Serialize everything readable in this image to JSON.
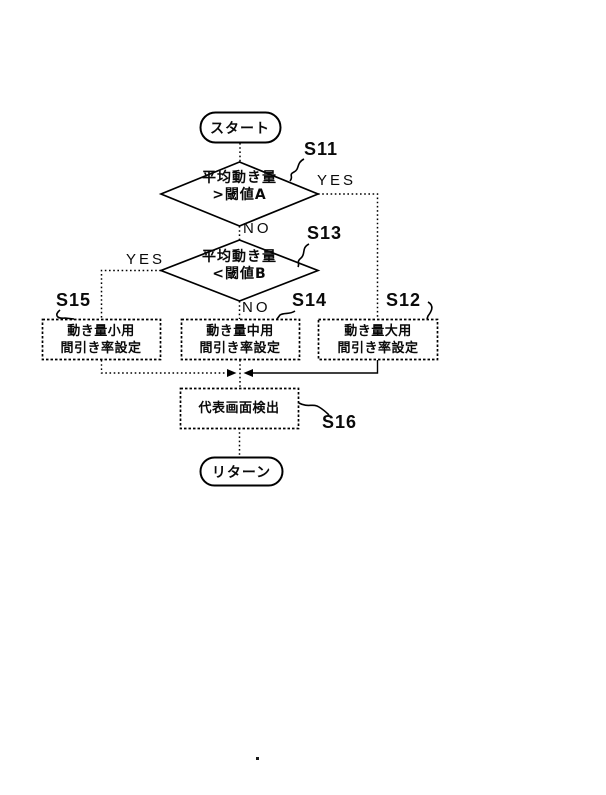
{
  "diagram": {
    "type": "flowchart",
    "ink_color": "#000000",
    "background_color": "#ffffff",
    "nodes": {
      "start": {
        "shape": "terminator",
        "label": "スタート"
      },
      "decision_s11": {
        "shape": "decision",
        "step": "S11",
        "text_line1": "平均動き量",
        "text_line2": ">閾値A",
        "branch_yes": "YES",
        "branch_no": "NO"
      },
      "decision_s13": {
        "shape": "decision",
        "step": "S13",
        "text_line1": "平均動き量",
        "text_line2": "<閾値B",
        "branch_yes": "YES",
        "branch_no": "NO"
      },
      "process_s15": {
        "shape": "process",
        "step": "S15",
        "text_line1": "動き量小用",
        "text_line2": "間引き率設定"
      },
      "process_s14": {
        "shape": "process",
        "step": "S14",
        "text_line1": "動き量中用",
        "text_line2": "間引き率設定"
      },
      "process_s12": {
        "shape": "process",
        "step": "S12",
        "text_line1": "動き量大用",
        "text_line2": "間引き率設定"
      },
      "process_s16": {
        "shape": "process",
        "step": "S16",
        "text": "代表画面検出"
      },
      "end": {
        "shape": "terminator",
        "label": "リターン"
      }
    }
  }
}
